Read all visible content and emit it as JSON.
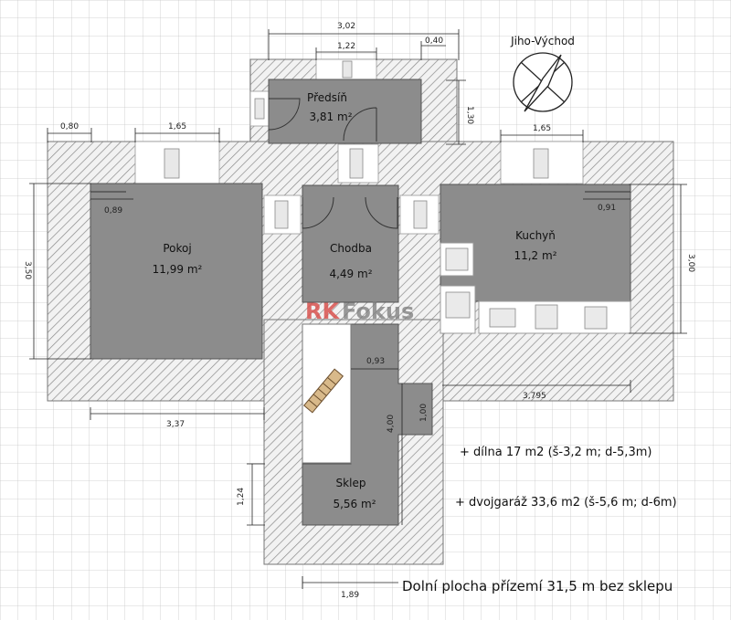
{
  "compass": {
    "label": "Jiho-Východ",
    "icon": "compass-icon"
  },
  "rooms": {
    "predsin": {
      "name": "Předsíň",
      "area": "3,81 m²"
    },
    "pokoj": {
      "name": "Pokoj",
      "area": "11,99 m²"
    },
    "chodba": {
      "name": "Chodba",
      "area": "4,49 m²"
    },
    "kuchyn": {
      "name": "Kuchyň",
      "area": "11,2 m²"
    },
    "sklep": {
      "name": "Sklep",
      "area": "5,56 m²"
    }
  },
  "dimensions": {
    "top_width": "3,02",
    "predsin_window": "1,22",
    "top_right_wall": "0,40",
    "predsin_height": "1,30",
    "left_wall": "0,80",
    "pokoj_window": "1,65",
    "kuchyn_window": "1,65",
    "pokoj_door_offset": "0,89",
    "kuchyn_door_offset": "0,91",
    "pokoj_height": "3,50",
    "kuchyn_height": "3,00",
    "stair_width": "0,93",
    "stair_length": "4,00",
    "stair_side": "1,00",
    "pokoj_width": "3,37",
    "kuchyn_width": "3,795",
    "sklep_height": "1,24",
    "sklep_width": "1,89"
  },
  "notes": {
    "dilna": "+ dílna 17 m2 (š-3,2 m; d-5,3m)",
    "garaz": "+ dvojgaráž 33,6 m2 (š-5,6 m; d-6m)",
    "total": "Dolní plocha přízemí 31,5 m bez sklepu"
  },
  "watermark": {
    "text_a": "RK",
    "text_b": "Fokus",
    "color_a": "#d9534f",
    "color_b": "#7a7a7a"
  },
  "colors": {
    "room_fill": "#8c8c8c",
    "grid": "#c8c8c8",
    "background": "#ffffff"
  }
}
